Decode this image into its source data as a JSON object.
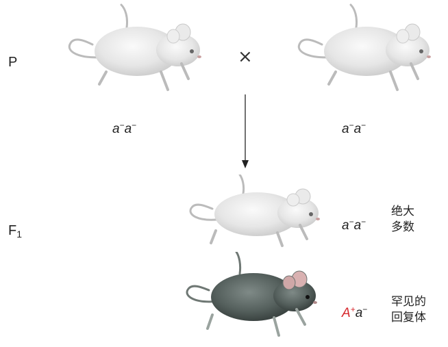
{
  "generations": {
    "parental_label": "P",
    "f1_label_base": "F",
    "f1_label_sub": "1"
  },
  "cross_symbol": "×",
  "parents": {
    "left": {
      "allele1": "a",
      "sup1": "−",
      "allele2": "a",
      "sup2": "−",
      "color": "#e9e9e9"
    },
    "right": {
      "allele1": "a",
      "sup1": "−",
      "allele2": "a",
      "sup2": "−",
      "color": "#e9e9e9"
    }
  },
  "offspring": [
    {
      "allele1": "a",
      "sup1": "−",
      "allele2": "a",
      "sup2": "−",
      "desc_line1": "绝大",
      "desc_line2": "多数",
      "color": "#e9e9e9"
    },
    {
      "allele1": "A",
      "sup1": "+",
      "allele2": "a",
      "sup2": "−",
      "desc_line1": "罕见的",
      "desc_line2": "回复体",
      "color": "#4f5b58",
      "allele_color": "#d6262b"
    }
  ]
}
